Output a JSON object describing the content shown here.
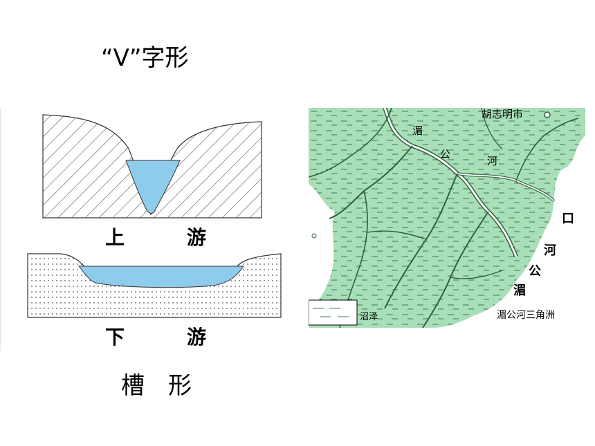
{
  "titles": {
    "v_shape": "“V”字形",
    "trough_a": "槽",
    "trough_b": "形"
  },
  "valleys": {
    "upstream": {
      "char1": "上",
      "char2": "游"
    },
    "downstream": {
      "char1": "下",
      "char2": "游"
    }
  },
  "map": {
    "city": "胡志明市",
    "river_char_1": "湄",
    "river_char_2": "公",
    "river_char_3": "河",
    "mouth_1": "湄",
    "mouth_2": "公",
    "mouth_3": "河",
    "mouth_4": "口",
    "legend_label": "沼泽",
    "caption": "湄公河三角洲"
  },
  "colors": {
    "water": "#8fcbea",
    "land": "#a8deb8",
    "river_line": "#2f5f3f",
    "hatch": "#555555"
  }
}
